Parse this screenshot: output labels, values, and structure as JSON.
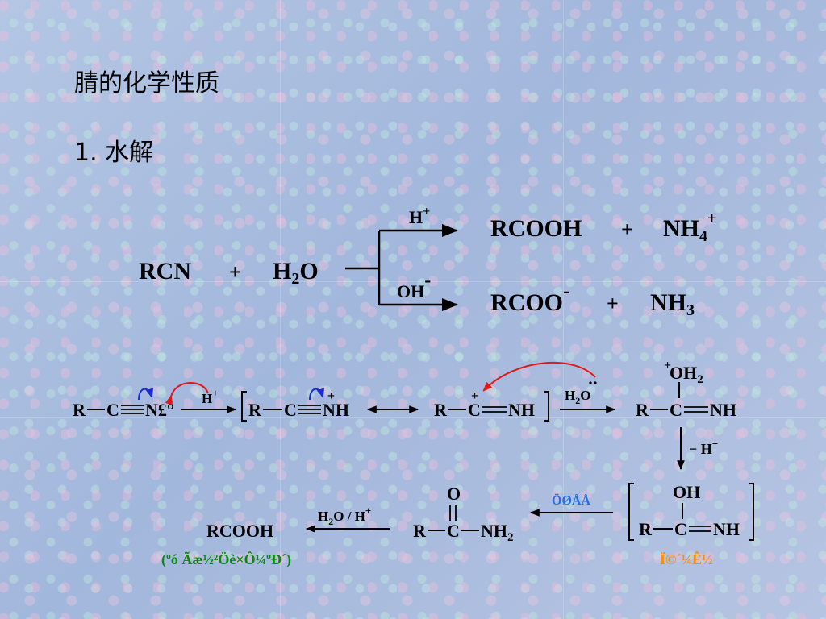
{
  "page_title": "腈的化学性质",
  "section_label": "1. 水解",
  "overall": {
    "reactant1": "RCN",
    "plus": "+",
    "reactant2_main": "H",
    "reactant2_sub": "2",
    "reactant2_end": "O",
    "acid_condition": "H",
    "acid_sup": "+",
    "base_condition": "OH",
    "base_sup": "-",
    "acid_prod1": "RCOOH",
    "acid_prod2_main": "NH",
    "acid_prod2_sub": "4",
    "acid_prod2_sup": "+",
    "base_prod1": "RCOO",
    "base_prod1_sup": "-",
    "base_prod2_main": "NH",
    "base_prod2_sub": "3"
  },
  "mechanism": {
    "R": "R",
    "C": "C",
    "N_garbled": "N£°",
    "NH": "NH",
    "H": "H",
    "plus": "+",
    "water_H": "H",
    "water_sub": "2",
    "water_O": "O",
    "O": "O",
    "OH": "OH",
    "OH2_main": "OH",
    "OH2_sub": "2",
    "minus_H": "− H",
    "NH2_main": "NH",
    "NH2_sub": "2",
    "RCOOH": "RCOOH",
    "h2o_h_condition": "H",
    "h2o_h_condition_tail": "O / H",
    "rearrangement_label": "ÖØÅÅ",
    "tautomer_label": "Ï©´¼Ê½",
    "rcooh_note": "(ºó Ãæ½²Öè×Ô¼ºÐ´)"
  },
  "colors": {
    "text": "#000000",
    "curved_arrow_blue": "#1a2bd6",
    "curved_arrow_red": "#e01818",
    "rearrangement_blue": "#1f6fe8",
    "tautomer_orange": "#ff8c00",
    "note_green": "#0a8a0a"
  }
}
